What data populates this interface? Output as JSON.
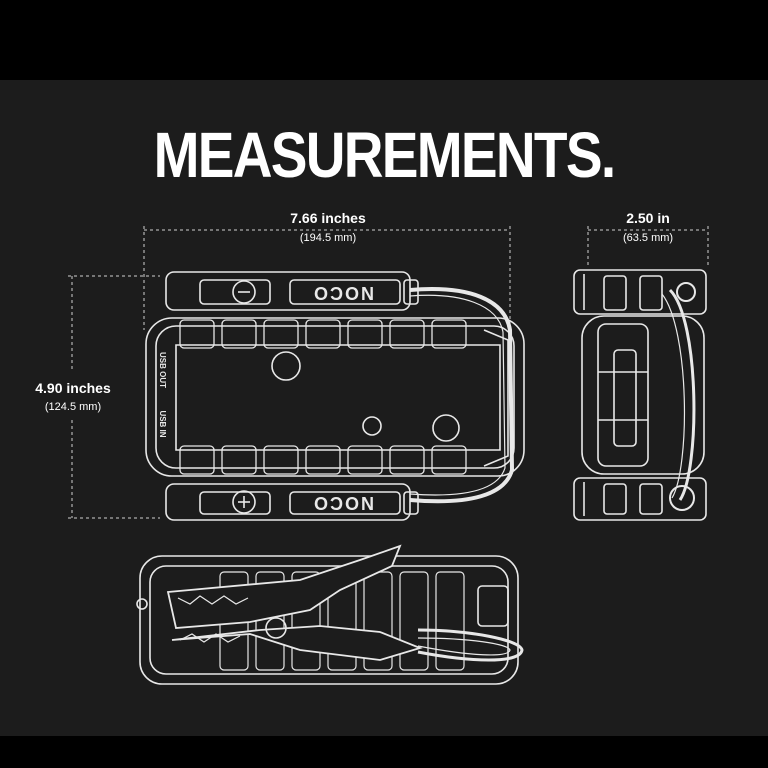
{
  "title": "MEASUREMENTS.",
  "brand": "NOCO",
  "port_labels": {
    "usb_out": "USB OUT",
    "usb_in": "USB IN"
  },
  "dimensions": {
    "width": {
      "main": "7.66 inches",
      "sub": "(194.5 mm)"
    },
    "depth": {
      "main": "2.50 in",
      "sub": "(63.5 mm)"
    },
    "height": {
      "main": "4.90 inches",
      "sub": "(124.5 mm)"
    }
  },
  "colors": {
    "background": "#1c1c1c",
    "line": "#e8e8e8",
    "text": "#ffffff",
    "bars": "#000000"
  }
}
